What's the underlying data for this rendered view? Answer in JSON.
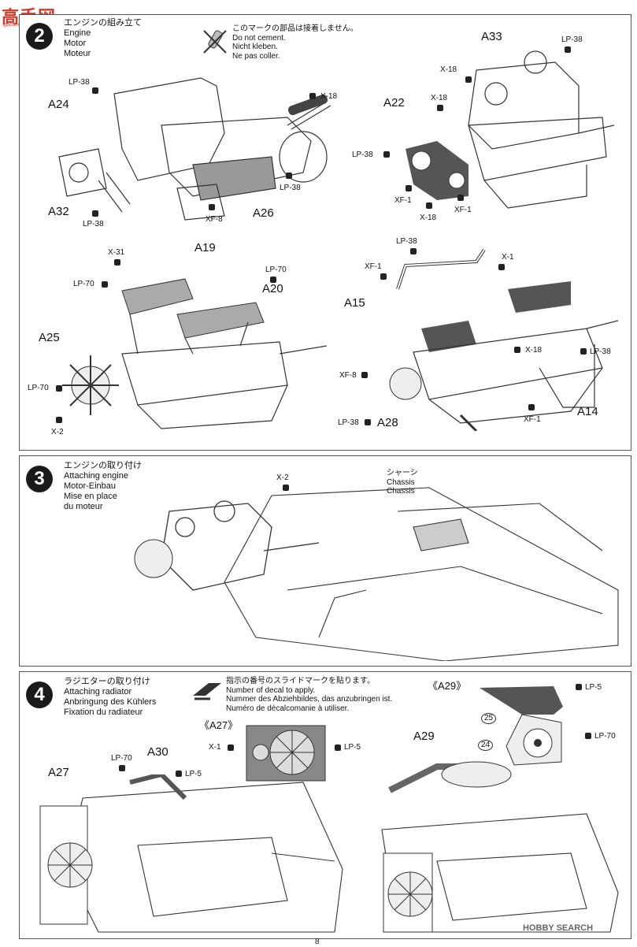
{
  "watermark": {
    "site_logo": "高手网",
    "site_url": "gaoshou.com.cn",
    "footer": "HOBBY SEARCH",
    "page_num": "8"
  },
  "do_not_cement": {
    "jp": "このマークの部品は接着しません。",
    "en": "Do not cement.",
    "de": "Nicht kleben.",
    "fr": "Ne pas coller."
  },
  "decal_note": {
    "jp": "指示の番号のスライドマークを貼ります。",
    "en": "Number of decal to apply.",
    "de": "Nummer des Abziehbildes, das anzubringen ist.",
    "fr": "Numéro de décalcomanie à utiliser."
  },
  "steps": [
    {
      "num": "2",
      "jp": "エンジンの組み立て",
      "en": "Engine",
      "de": "Motor",
      "fr": "Moteur"
    },
    {
      "num": "3",
      "jp": "エンジンの取り付け",
      "en": "Attaching engine",
      "de": "Motor-Einbau",
      "fr": "Mise en place",
      "fr2": "du moteur"
    },
    {
      "num": "4",
      "jp": "ラジエターの取り付け",
      "en": "Attaching radiator",
      "de": "Anbringung des Kühlers",
      "fr": "Fixation du radiateur"
    }
  ],
  "parts": {
    "a24": "A24",
    "a32": "A32",
    "a26": "A26",
    "a33": "A33",
    "a22": "A22",
    "a19": "A19",
    "a20": "A20",
    "a25": "A25",
    "a15": "A15",
    "a14": "A14",
    "a28": "A28",
    "a27": "A27",
    "a30": "A30",
    "a29": "A29",
    "a27b": "《A27》",
    "a29b": "《A29》"
  },
  "paints": {
    "lp38": "LP-38",
    "x18": "X-18",
    "xf8": "XF-8",
    "xf1": "XF-1",
    "x31": "X-31",
    "lp70": "LP-70",
    "x2": "X-2",
    "x1": "X-1",
    "lp5": "LP-5"
  },
  "chassis": {
    "jp": "シャーシ",
    "en": "Chassis",
    "de": "Chassis"
  },
  "decals": {
    "d25": "25",
    "d24": "24"
  }
}
